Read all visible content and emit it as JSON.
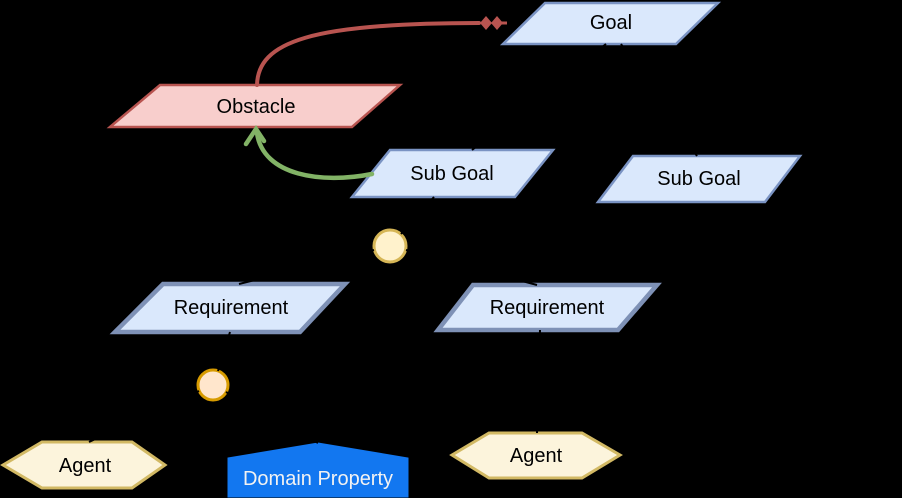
{
  "diagram": {
    "type": "kaos-goal-model",
    "background": "#000000",
    "nodes": {
      "goal": {
        "label": "Goal",
        "shape": "parallelogram",
        "fill": "#dae8fc",
        "stroke": "#7a93c3"
      },
      "obstacle": {
        "label": "Obstacle",
        "shape": "parallelogram",
        "fill": "#f8cecc",
        "stroke": "#b85450"
      },
      "subgoal_left": {
        "label": "Sub Goal",
        "shape": "parallelogram",
        "fill": "#dae8fc",
        "stroke": "#7a93c3"
      },
      "subgoal_right": {
        "label": "Sub Goal",
        "shape": "parallelogram",
        "fill": "#dae8fc",
        "stroke": "#7a93c3"
      },
      "requirement_left": {
        "label": "Requirement",
        "shape": "parallelogram",
        "fill": "#dae8fc",
        "stroke": "#7e91b6"
      },
      "requirement_right": {
        "label": "Requirement",
        "shape": "parallelogram",
        "fill": "#dae8fc",
        "stroke": "#7e91b6"
      },
      "agent_left": {
        "label": "Agent",
        "shape": "hexagon",
        "fill": "#fcf4dc",
        "stroke": "#d2b964"
      },
      "agent_right": {
        "label": "Agent",
        "shape": "hexagon",
        "fill": "#fcf4dc",
        "stroke": "#d2b964"
      },
      "domain_property": {
        "label": "Domain Property",
        "shape": "pentagon",
        "fill": "#1277f0",
        "text_color": "#f2f2f2"
      },
      "junction_upper": {
        "shape": "circle",
        "fill": "#fff2cc",
        "stroke": "#d6b656"
      },
      "junction_lower": {
        "shape": "circle",
        "fill": "#ffe6cc",
        "stroke": "#d79b00"
      }
    },
    "edges": {
      "obstruction": {
        "from": "obstacle",
        "to": "goal",
        "color": "#b85450",
        "marker": "double-diamond"
      },
      "resolution": {
        "from": "subgoal_left",
        "to": "obstacle",
        "color": "#82b366",
        "marker": "open-arrow"
      },
      "refinement": {
        "color": "#000000"
      }
    }
  }
}
